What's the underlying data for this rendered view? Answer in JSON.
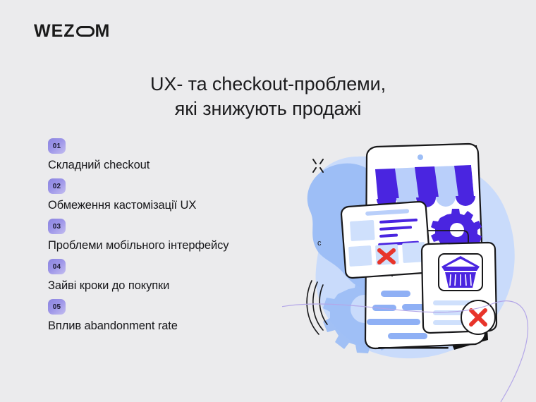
{
  "brand": {
    "logo_text_before": "WEZ",
    "logo_icon": "oval-o",
    "logo_text_after": "M",
    "logo_full": "WEZOM",
    "logo_color": "#1a1a1a"
  },
  "title": {
    "line1": "UX- та checkout-проблеми,",
    "line2": "які знижують продажі",
    "color": "#1c1c1e"
  },
  "list": {
    "items": [
      {
        "number": "01",
        "label": "Складний checkout"
      },
      {
        "number": "02",
        "label": "Обмеження кастомізації UX"
      },
      {
        "number": "03",
        "label": "Проблеми мобільного інтерфейсу"
      },
      {
        "number": "04",
        "label": "Зайві кроки до покупки"
      },
      {
        "number": "05",
        "label": "Вплив abandonment rate"
      }
    ],
    "badge_gradient_from": "#8c86e0",
    "badge_gradient_to": "#c3bdf0",
    "label_color": "#17171a"
  },
  "illustration": {
    "name": "ecommerce-checkout-problems-illustration",
    "elements": [
      "background-blob-light",
      "background-blob-medium",
      "sparkle",
      "gear-large-light",
      "motion-lines",
      "tablet-device",
      "shop-awning",
      "gear-icon-indigo",
      "content-card-error",
      "basket-card",
      "basket-icon",
      "error-circle-x",
      "curve-line"
    ],
    "colors": {
      "background": "#ebebed",
      "blob_light": "#c6d9fb",
      "blob_medium": "#9cbdf6",
      "device_body": "#ffffff",
      "device_shadow": "#111111",
      "awning_dark": "#4a25e0",
      "awning_light": "#b9cffa",
      "accent_indigo": "#4a25e0",
      "accent_blue_light": "#8fb0f5",
      "accent_blue_pale": "#cfe0fc",
      "error_red": "#e8342a",
      "curve_purple": "#b4a7e8"
    }
  }
}
